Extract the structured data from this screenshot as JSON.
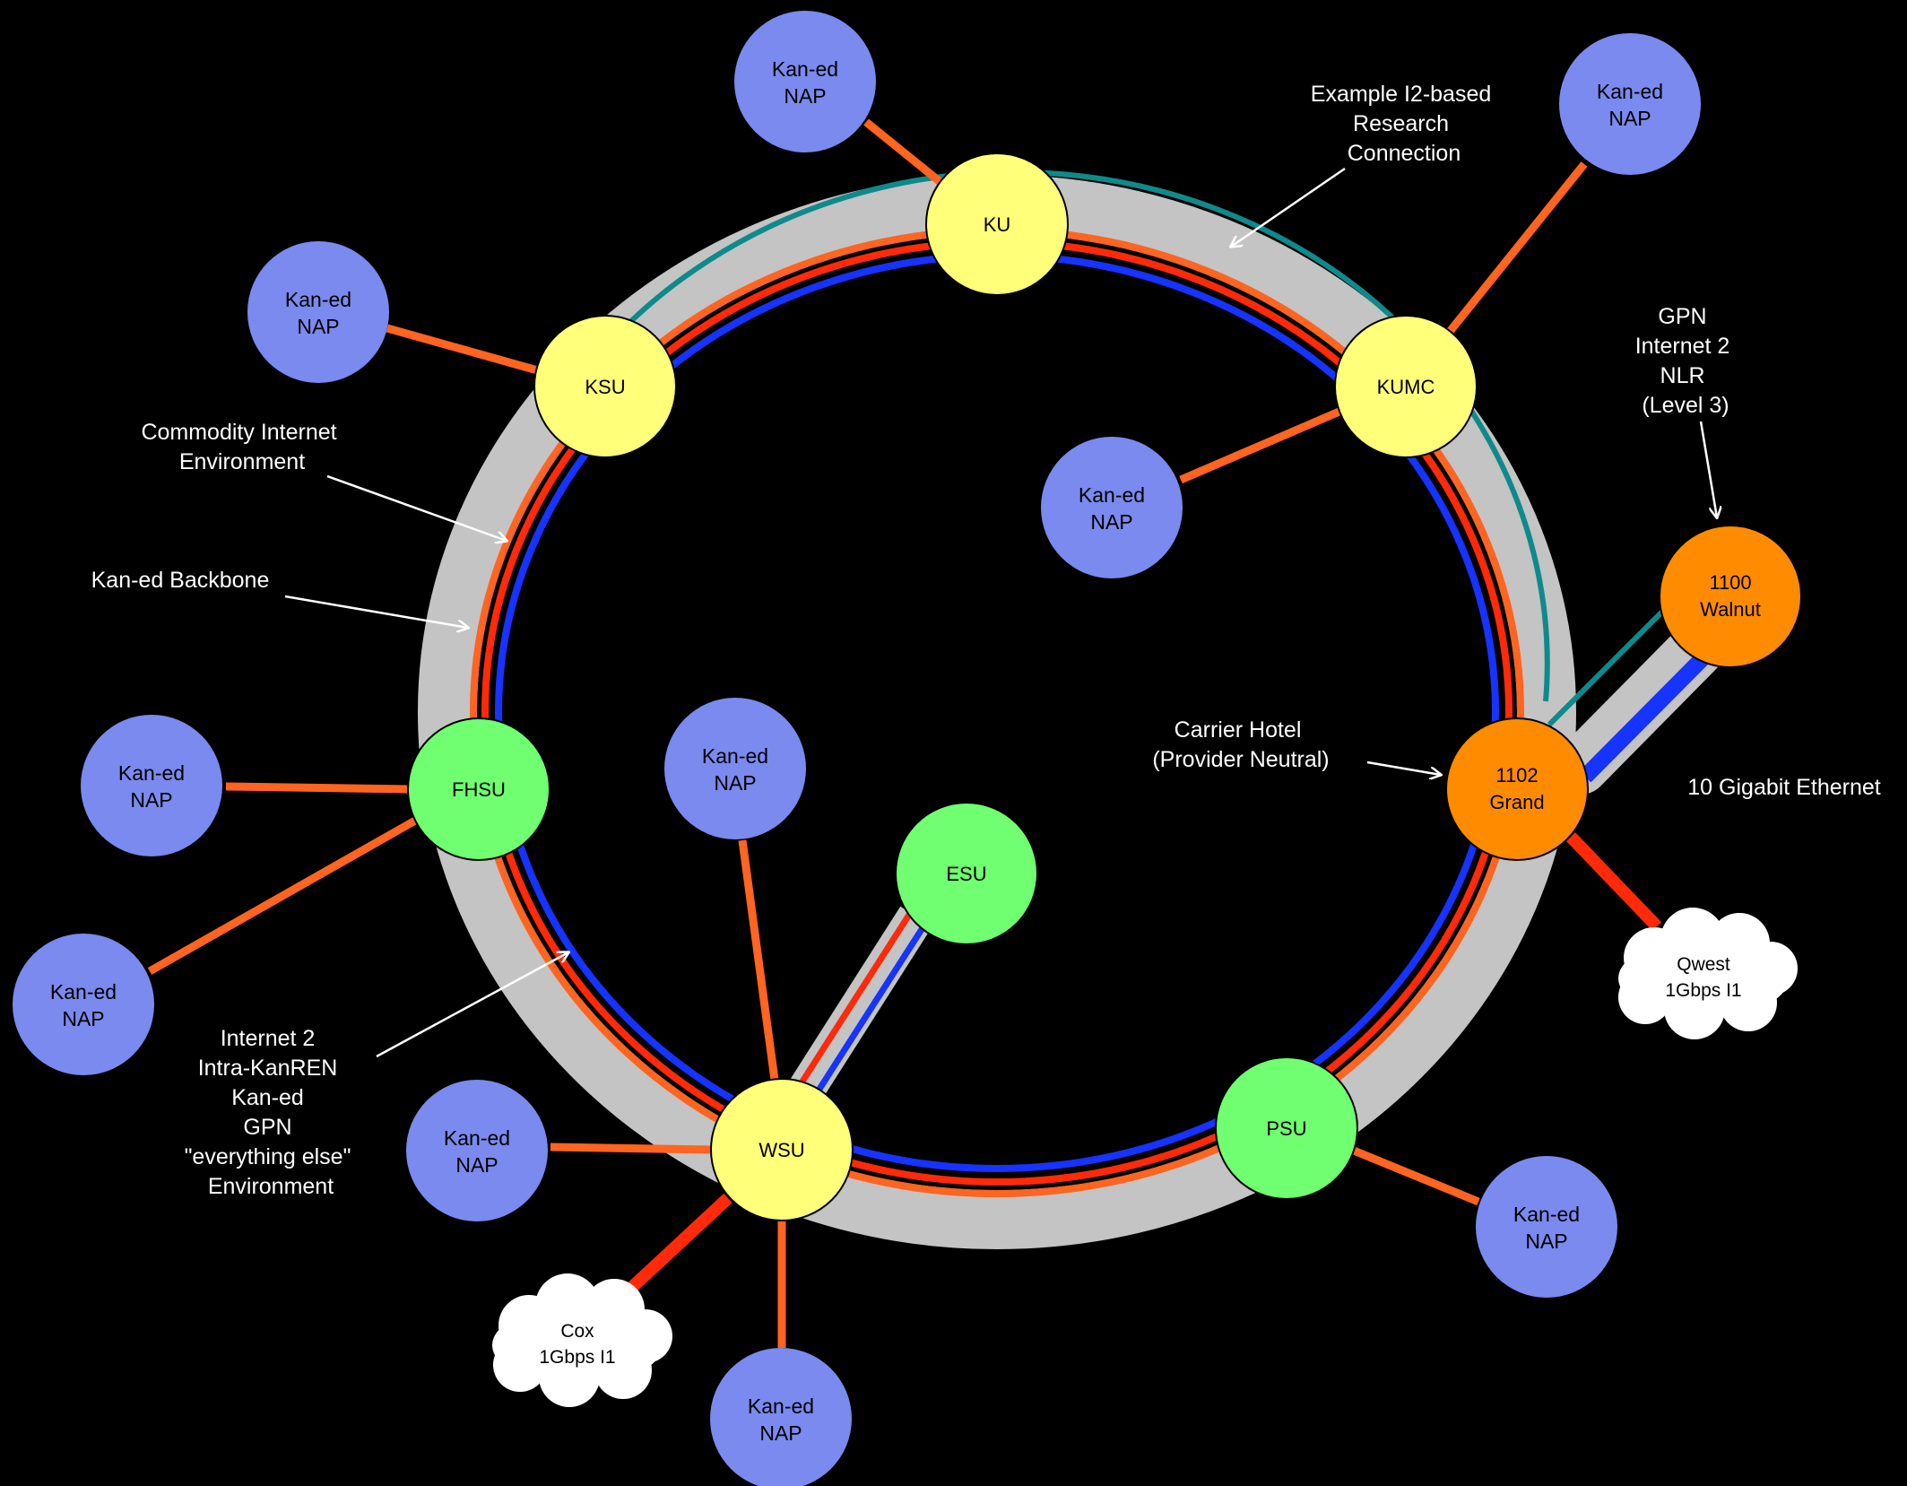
{
  "colors": {
    "background": "#000000",
    "ring": "#c4c4c4",
    "teal": "#0f8a8a",
    "orange": "#ff6420",
    "red": "#ff2a0a",
    "blue": "#1633ff",
    "university_yellow": "#ffff7a",
    "university_green": "#70ff70",
    "hub_orange": "#ff8c00",
    "nap_blue": "#7a8aee",
    "cloud": "#ffffff"
  },
  "ring_nodes": {
    "ku": "KU",
    "ksu": "KSU",
    "kumc": "KUMC",
    "fhsu": "FHSU",
    "wsu": "WSU",
    "psu": "PSU",
    "esu": "ESU"
  },
  "hubs": {
    "grand": [
      "1102",
      "Grand"
    ],
    "walnut": [
      "1100",
      "Walnut"
    ]
  },
  "nap": [
    "Kan-ed",
    "NAP"
  ],
  "clouds": {
    "qwest": [
      "Qwest",
      "1Gbps I1"
    ],
    "cox": [
      "Cox",
      "1Gbps I1"
    ]
  },
  "annotations": {
    "example_i2": [
      "Example I2-based",
      "Research",
      "Connection"
    ],
    "gpn": [
      "GPN",
      "Internet 2",
      "NLR",
      "(Level 3)"
    ],
    "commodity": [
      "Commodity Internet",
      "Environment"
    ],
    "backbone": [
      "Kan-ed Backbone"
    ],
    "carrier_hotel": [
      "Carrier Hotel",
      "(Provider Neutral)"
    ],
    "ten_gig": [
      "10 Gigabit Ethernet"
    ],
    "everything_else": [
      "Internet 2",
      "Intra-KanREN",
      "Kan-ed",
      "GPN",
      "\"everything else\"",
      "Environment"
    ]
  }
}
